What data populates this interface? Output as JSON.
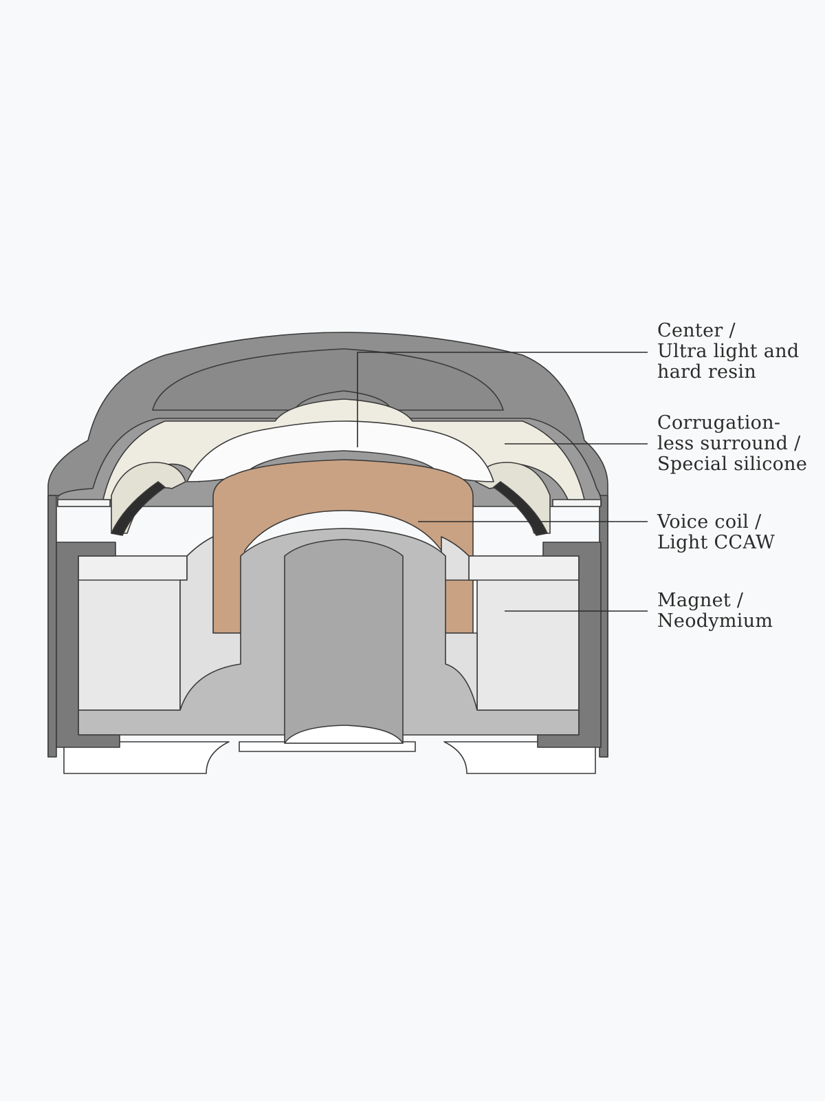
{
  "callouts": {
    "center": {
      "lines": [
        "Center /",
        "Ultra light and",
        "hard resin"
      ]
    },
    "surround": {
      "lines": [
        "Corrugation-",
        "less surround /",
        "Special silicone"
      ]
    },
    "voice_coil": {
      "lines": [
        "Voice coil /",
        "Light CCAW"
      ]
    },
    "magnet": {
      "lines": [
        "Magnet /",
        "Neodymium"
      ]
    }
  },
  "colors": {
    "background": "#f8f9fa",
    "housing_dark": "#7a7a7a",
    "housing_mid": "#8f8f8f",
    "surround": "#eeece0",
    "voice_coil": "#c9a284",
    "magnet": "#e8e8e8",
    "pole": "#b2b2b2",
    "outline": "#3a3a3a",
    "leader": "#2b2b2b"
  }
}
